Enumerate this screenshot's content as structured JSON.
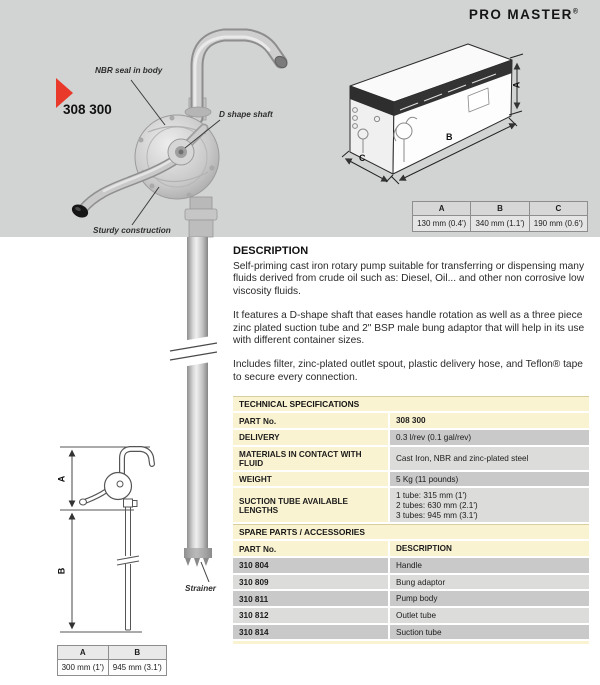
{
  "brand": {
    "name": "PRO MASTER",
    "reg": "®"
  },
  "product_code": "308 300",
  "callouts": {
    "nbr_seal": "NBR seal in body",
    "d_shape": "D shape shaft",
    "sturdy": "Sturdy construction",
    "strainer": "Strainer"
  },
  "box_dimensions": {
    "arrow_labels": {
      "a": "A",
      "b": "B",
      "c": "C"
    },
    "table": {
      "headers": [
        "A",
        "B",
        "C"
      ],
      "values": [
        "130 mm (0.4')",
        "340 mm (1.1')",
        "190 mm (0.6')"
      ]
    }
  },
  "pump_dimensions": {
    "arrow_labels": {
      "a": "A",
      "b": "B"
    },
    "table": {
      "headers": [
        "A",
        "B"
      ],
      "values": [
        "300 mm (1')",
        "945 mm (3.1')"
      ]
    }
  },
  "description": {
    "title": "DESCRIPTION",
    "paragraphs": [
      "Self-priming cast iron rotary pump suitable for transferring or dispensing many fluids derived from crude oil such as: Diesel, Oil... and other non corrosive low viscosity fluids.",
      "It features a D-shape shaft that eases handle rotation as well as a three piece zinc plated suction tube and 2\" BSP male bung adaptor that will help in its use with different container sizes.",
      "Includes filter, zinc-plated outlet spout, plastic delivery hose, and Teflon® tape to secure every connection."
    ]
  },
  "technical_specifications": {
    "title": "TECHNICAL SPECIFICATIONS",
    "rows": [
      {
        "label": "PART No.",
        "value": "308 300"
      },
      {
        "label": "DELIVERY",
        "value": "0.3 l/rev (0.1 gal/rev)"
      },
      {
        "label": "MATERIALS IN CONTACT WITH FLUID",
        "value": "Cast Iron, NBR and zinc-plated steel"
      },
      {
        "label": "WEIGHT",
        "value": "5 Kg (11 pounds)"
      },
      {
        "label": "SUCTION TUBE AVAILABLE LENGTHS",
        "value": "1 tube: 315 mm (1')\n2 tubes: 630 mm (2.1')\n3 tubes: 945 mm (3.1')"
      }
    ]
  },
  "spare_parts": {
    "title": "SPARE PARTS / ACCESSORIES",
    "columns": {
      "part": "PART No.",
      "description": "DESCRIPTION"
    },
    "rows": [
      {
        "part": "310 804",
        "description": "Handle"
      },
      {
        "part": "310 809",
        "description": "Bung adaptor"
      },
      {
        "part": "310 811",
        "description": "Pump body"
      },
      {
        "part": "310 812",
        "description": "Outlet tube"
      },
      {
        "part": "310 814",
        "description": "Suction tube"
      }
    ]
  },
  "colors": {
    "accent_red": "#e8392b",
    "header_cream": "#faf3d1",
    "row_dark": "#c8c9c8",
    "row_light": "#dcdcdb",
    "band_gray": "#d2d3d3"
  }
}
